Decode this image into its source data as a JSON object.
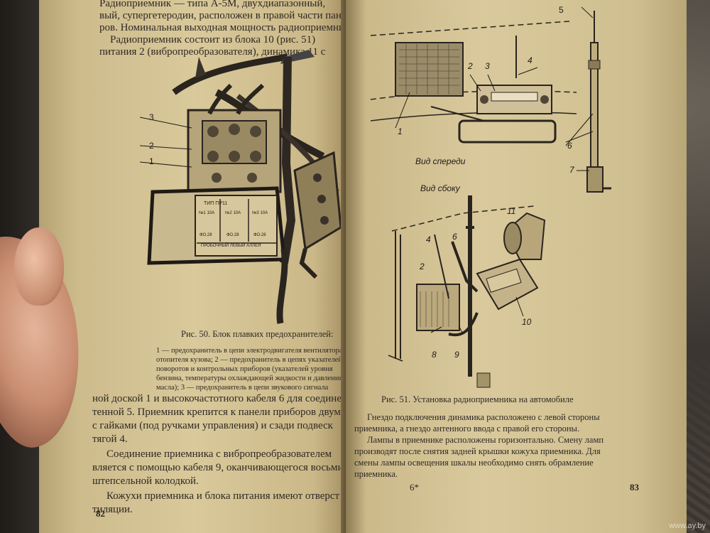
{
  "left_page": {
    "top_lines": [
      "Радиоприемник — типа А-5М, двухдиапазонный,",
      "вый, супергетеродин, расположен в правой части панели",
      "ров. Номинальная выходная мощность радиоприемника",
      "Радиоприемник состоит из блока 10 (рис. 51)",
      "питания 2 (вибропреобразователя), динамика 11 с"
    ],
    "figure50_labels": [
      "3",
      "2",
      "1"
    ],
    "fuse_block_text": [
      "ТИП ПР11",
      "№1 10А",
      "№2 10А",
      "№3 10А",
      "ФО.28",
      "ФО.28",
      "ФО.28",
      "ПРОБОЧНЫЙ ЛЕВЫЙ АЛЛЕЯ"
    ],
    "figure50_caption": "Рис. 50. Блок плавких предохранителей:",
    "figure50_legend": [
      "1 — предохранитель в цепи электродвигателя вентилятора",
      "отопителя кузова; 2 — предохранитель в цепях указателей",
      "поворотов и контрольных приборов (указателей уровня",
      "бензина, температуры охлаждающей жидкости и давления",
      "масла); 3 — предохранитель в цепи звукового сигнала"
    ],
    "body_lines": [
      "ной доской 1 и высокочастотного кабеля 6 для соедине",
      "тенной 5. Приемник крепится к панели приборов двумя",
      "с гайками (под ручками управления) и сзади подвеск",
      "тягой 4.",
      "Соединение приемника с вибропреобразователем",
      "вляется с помощью кабеля 9, оканчивающегося восьми",
      "штепсельной колодкой.",
      "Кожухи приемника и блока питания имеют отверст",
      "тиляции."
    ],
    "page_number": "82"
  },
  "right_page": {
    "view_front_label": "Вид спереди",
    "view_side_label": "Вид сбоку",
    "front_labels": [
      "5",
      "2",
      "3",
      "4",
      "1",
      "6",
      "7"
    ],
    "side_labels": [
      "11",
      "4",
      "6",
      "2",
      "8",
      "9",
      "10"
    ],
    "figure51_caption": "Рис. 51. Установка радиоприемника на автомобиле",
    "body_lines": [
      "Гнездо подключения динамика расположено с левой стороны",
      "приемника, а гнездо антенного ввода с правой его стороны.",
      "Лампы в приемнике расположены горизонтально. Смену ламп",
      "производят после снятия задней крышки кожуха приемника. Для",
      "смены лампы освещения шкалы необходимо снять обрамление",
      "приемника."
    ],
    "signature_mark": "6*",
    "page_number": "83"
  },
  "watermark": "www.ay.by"
}
